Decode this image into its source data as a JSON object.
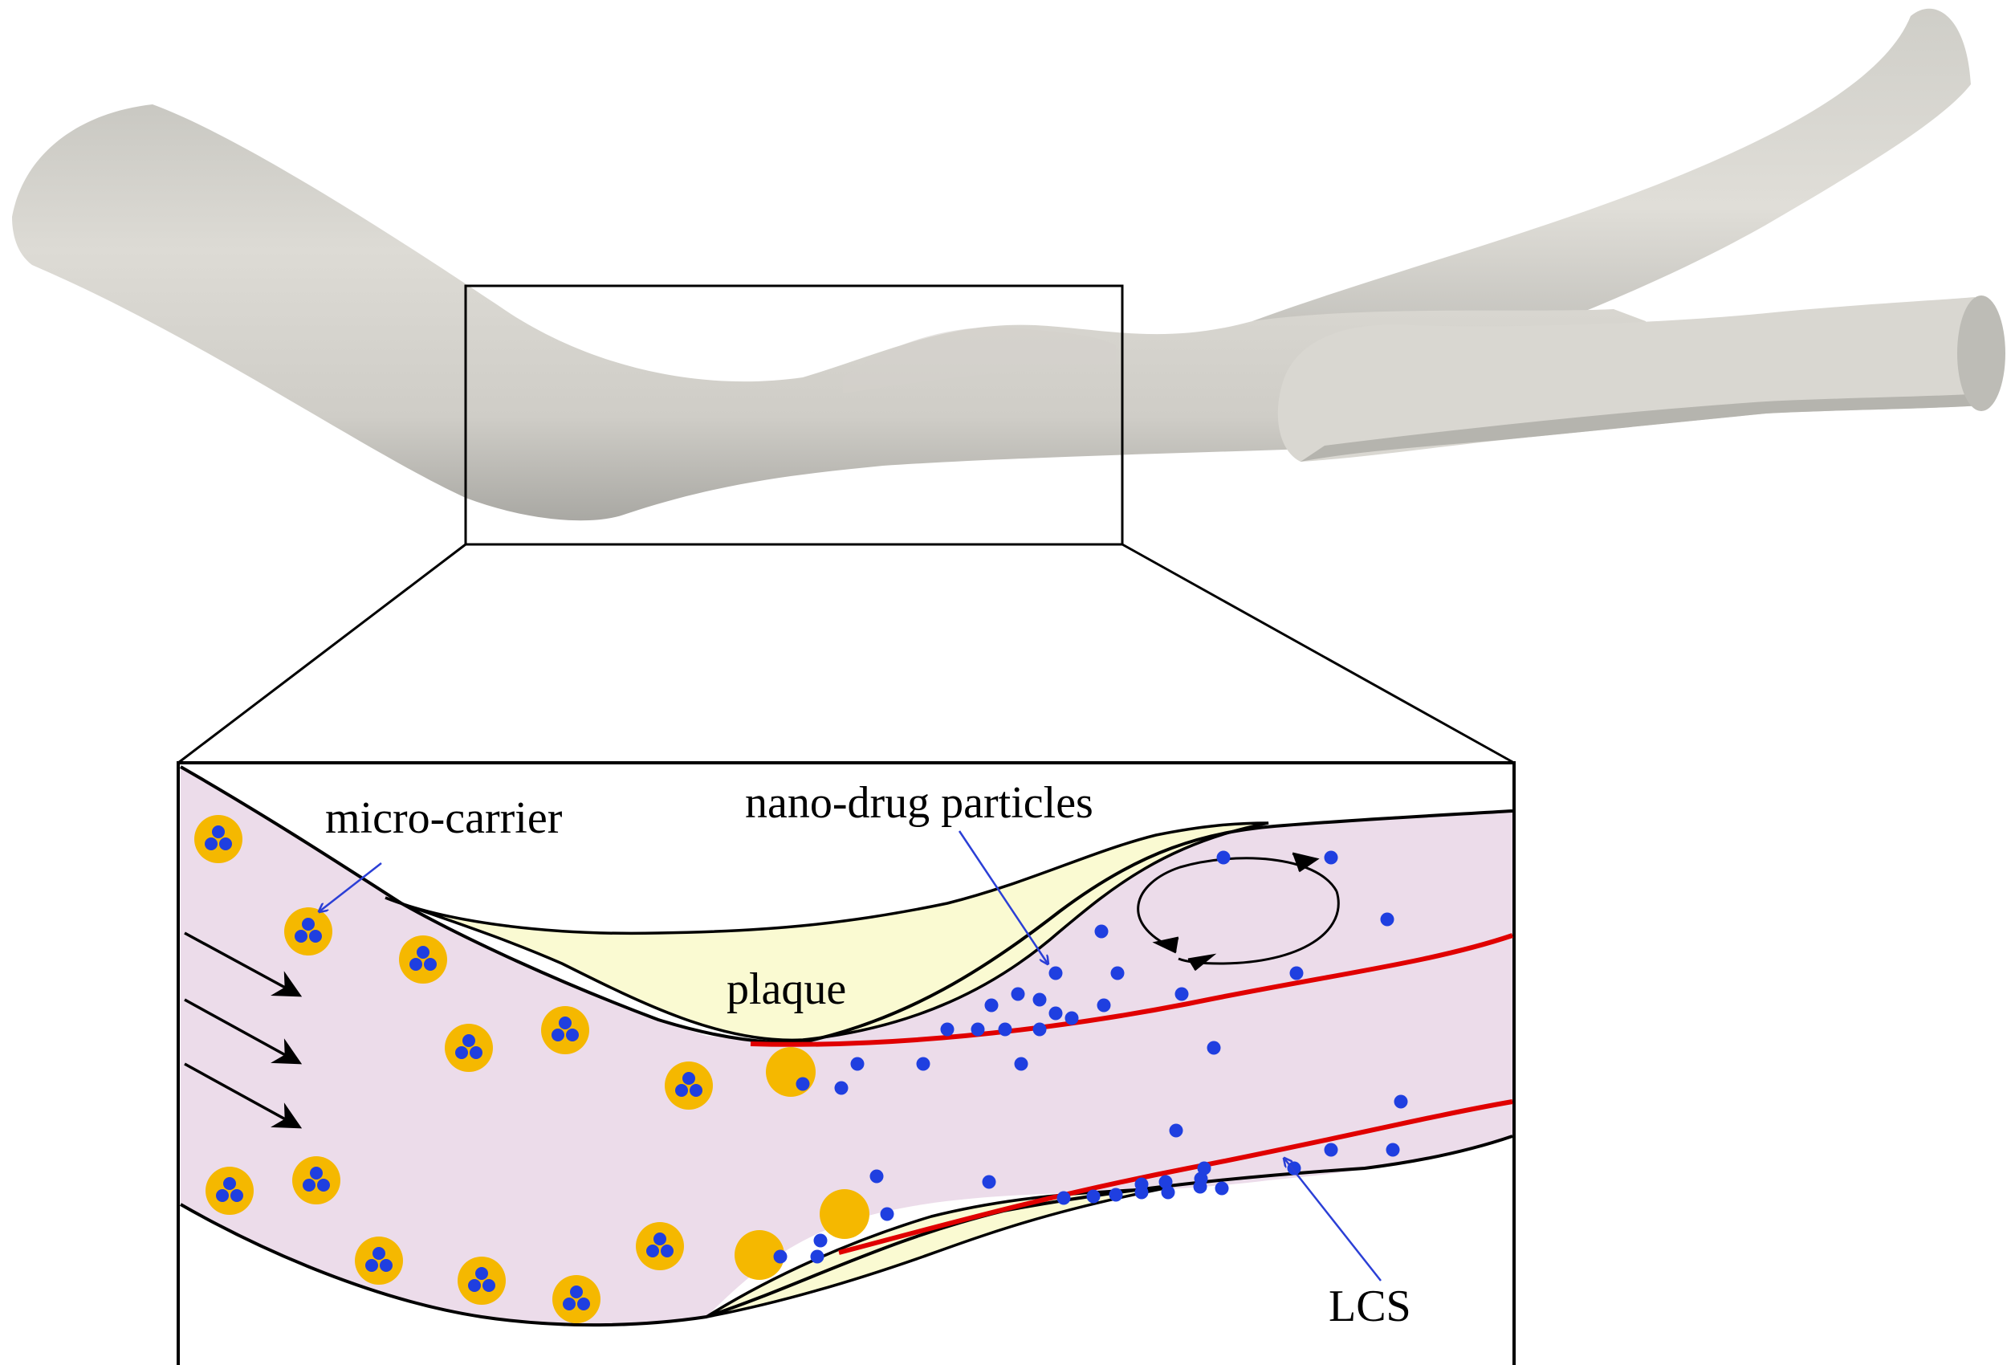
{
  "labels": {
    "micro_carrier": "micro-carrier",
    "nano_drug_particles": "nano-drug particles",
    "plaque": "plaque",
    "lcs": "LCS"
  },
  "colors": {
    "vessel_surface": "#d7d5cf",
    "vessel_shade": "#a9a8a3",
    "lumen": "#ecdcea",
    "plaque": "#fafad2",
    "carrier": "#f5b800",
    "nano_particle": "#1f3fe0",
    "lcs": "#e00000",
    "annotation_arrow": "#2b3fd6",
    "outline": "#000000"
  },
  "icons": {
    "flow_direction": "arrow-icon",
    "recirculation": "circular-arrows-icon"
  }
}
